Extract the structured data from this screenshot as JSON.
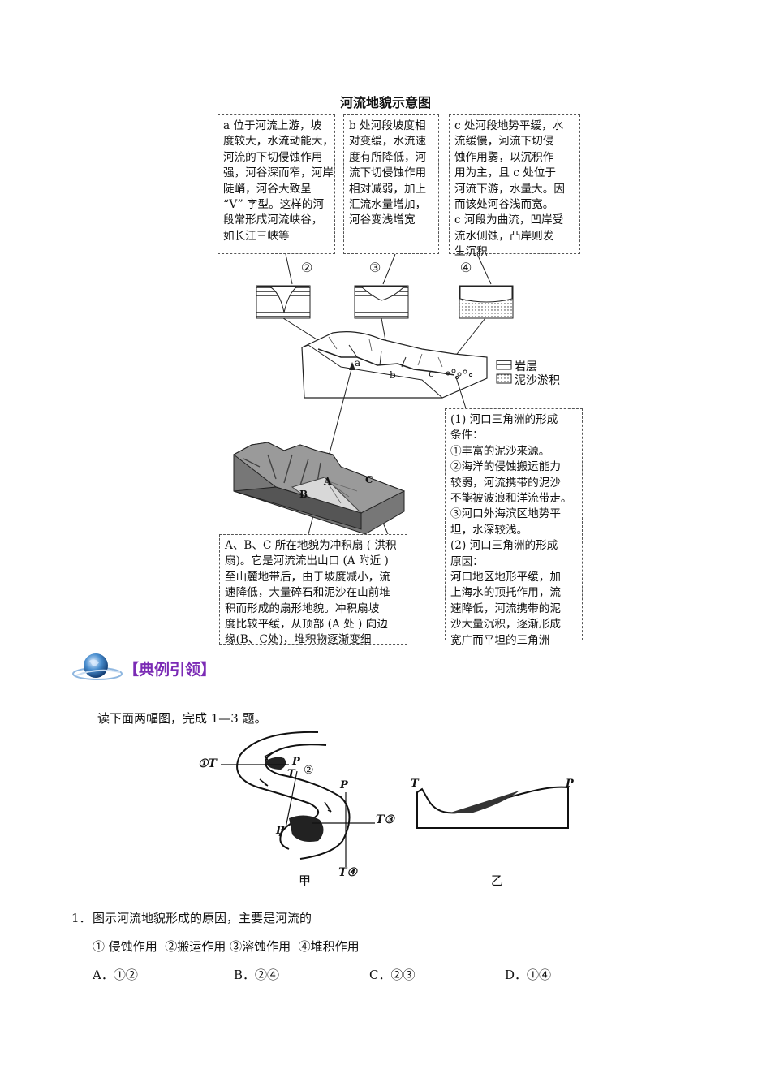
{
  "diagram": {
    "title": "河流地貌示意图",
    "box_a": [
      "a 位于河流上游，坡",
      "度较大，水流动能大，",
      "河流的下切侵蚀作用",
      "强，河谷深而窄，河岸",
      "陡峭，河谷大致呈",
      "“V” 字型。这样的河",
      "段常形成河流峡谷，",
      "如长江三峡等"
    ],
    "box_b": [
      "b 处河段坡度相",
      "对变缓，水流速",
      "度有所降低，河",
      "流下切侵蚀作用",
      "相对减弱，加上",
      "汇流水量增加，",
      "河谷变浅增宽"
    ],
    "box_c": [
      "c 处河段地势平缓，水",
      "流缓慢，河流下切侵",
      "蚀作用弱，以沉积作",
      "用为主，且 c 处位于",
      "河流下游，水量大。因",
      "而该处河谷浅而宽。",
      "c 河段为曲流，凹岸受",
      "流水侧蚀，凸岸则发",
      "生沉积"
    ],
    "markers": [
      "②",
      "③",
      "④"
    ],
    "map_labels": [
      "a",
      "b",
      "c"
    ],
    "legend": [
      "岩层",
      "泥沙淤积"
    ],
    "fan_labels": [
      "A",
      "B",
      "C"
    ],
    "box_delta": [
      "(1) 河口三角洲的形成",
      "条件：",
      "①丰富的泥沙来源。",
      "②海洋的侵蚀搬运能力",
      "较弱，河流携带的泥沙",
      "不能被波浪和洋流带走。",
      "③河口外海滨区地势平",
      "坦，水深较浅。",
      "(2) 河口三角洲的形成",
      "原因：",
      "河口地区地形平缓，加",
      "上海水的顶托作用，流",
      "速降低，河流携带的泥",
      "沙大量沉积，逐渐形成",
      "宽广而平坦的三角洲"
    ],
    "box_fan": [
      "A、B、C 所在地貌为冲积扇 ( 洪积",
      "扇)。它是河流流出山口 (A 附近 )",
      "至山麓地带后，由于坡度减小，流",
      "速降低，大量碎石和泥沙在山前堆",
      "积而形成的扇形地貌。冲积扇坡",
      "度比较平缓，从顶部 (A 处 ) 向边",
      "缘(B、C处)，堆积物逐渐变细"
    ]
  },
  "section_heading": "【典例引领】",
  "intro": "读下面两幅图，完成 1—3 题。",
  "figure": {
    "jia_labels": [
      "①T",
      "P",
      "②",
      "T",
      "P",
      "P",
      "T③",
      "T④"
    ],
    "jia_caption": "甲",
    "yi_labels": [
      "T",
      "P"
    ],
    "yi_caption": "乙"
  },
  "question": {
    "number": "1．",
    "stem": "图示河流地貌形成的原因，主要是河流的",
    "items": "① 侵蚀作用  ②搬运作用 ③溶蚀作用  ④堆积作用",
    "options": [
      "A．①②",
      "B．②④",
      "C．②③",
      "D．①④"
    ]
  },
  "colors": {
    "heading": "#7b2bb5"
  }
}
